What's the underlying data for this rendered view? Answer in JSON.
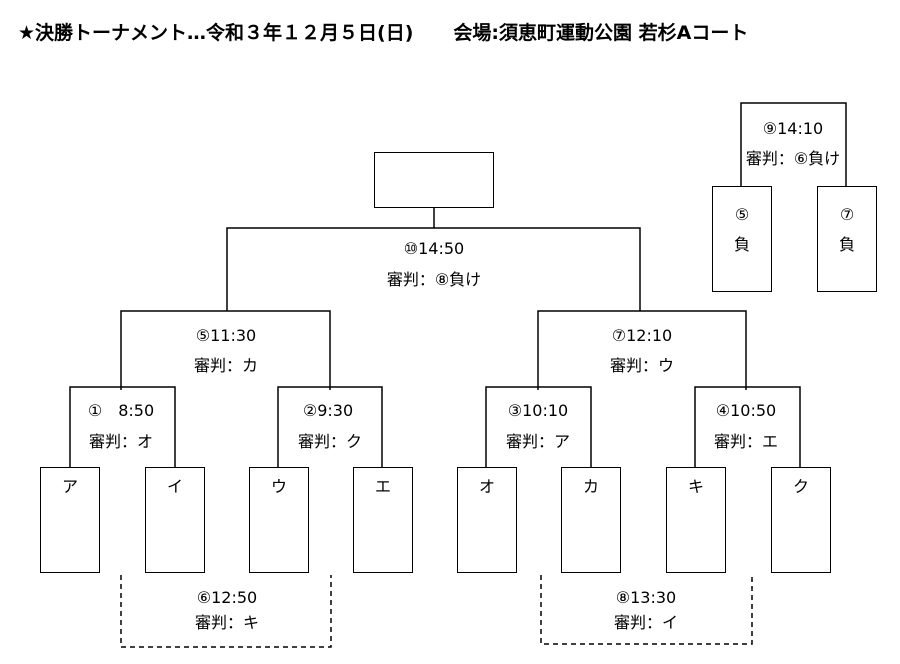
{
  "header": {
    "event": "★決勝トーナメント…令和３年１２月５日(日)",
    "venue": "会場:須恵町運動公園 若杉Aコート"
  },
  "teams": [
    "ア",
    "イ",
    "ウ",
    "エ",
    "オ",
    "カ",
    "キ",
    "ク"
  ],
  "matches": {
    "m1": {
      "time": "①　8:50",
      "referee": "審判：オ"
    },
    "m2": {
      "time": "②9:30",
      "referee": "審判：ク"
    },
    "m3": {
      "time": "③10:10",
      "referee": "審判：ア"
    },
    "m4": {
      "time": "④10:50",
      "referee": "審判：エ"
    },
    "m5": {
      "time": "⑤11:30",
      "referee": "審判：カ"
    },
    "m6": {
      "time": "⑥12:50",
      "referee": "審判：キ"
    },
    "m7": {
      "time": "⑦12:10",
      "referee": "審判：ウ"
    },
    "m8": {
      "time": "⑧13:30",
      "referee": "審判：イ"
    },
    "m9": {
      "time": "⑨14:10",
      "referee": "審判：⑥負け"
    },
    "m10": {
      "time": "⑩14:50",
      "referee": "審判：⑧負け"
    }
  },
  "loser_slots": [
    {
      "num": "⑤",
      "label": "負"
    },
    {
      "num": "⑦",
      "label": "負"
    }
  ]
}
